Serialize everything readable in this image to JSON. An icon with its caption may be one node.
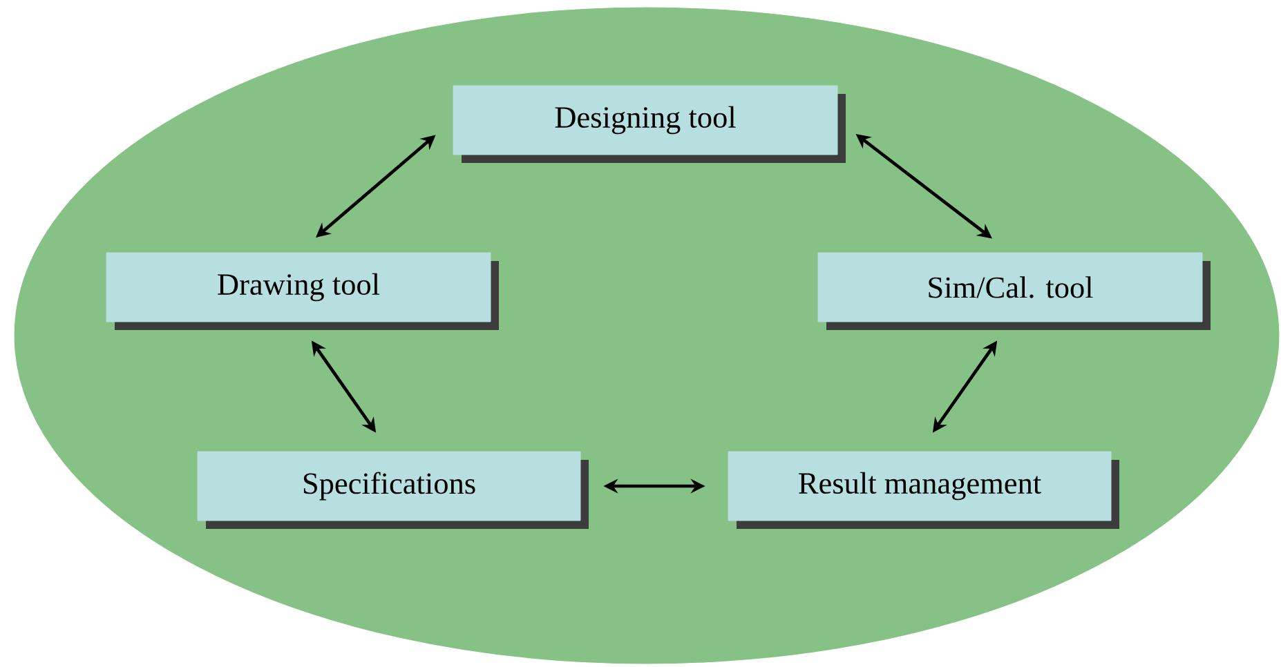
{
  "diagram": {
    "nodes": [
      {
        "text": [
          "Designing tool"
        ]
      },
      {
        "text": [
          "Drawing tool"
        ]
      },
      {
        "text": [
          "Sim/Cal. tool"
        ]
      },
      {
        "text": [
          "Specifications"
        ]
      },
      {
        "text": [
          "Result management"
        ]
      }
    ],
    "edges": [
      {
        "from": 1,
        "to": 0,
        "arrow": "both"
      },
      {
        "from": 0,
        "to": 2,
        "arrow": "both"
      },
      {
        "from": 1,
        "to": 3,
        "arrow": "both"
      },
      {
        "from": 2,
        "to": 4,
        "arrow": "both"
      },
      {
        "from": 3,
        "to": 4,
        "arrow": "both"
      }
    ]
  }
}
